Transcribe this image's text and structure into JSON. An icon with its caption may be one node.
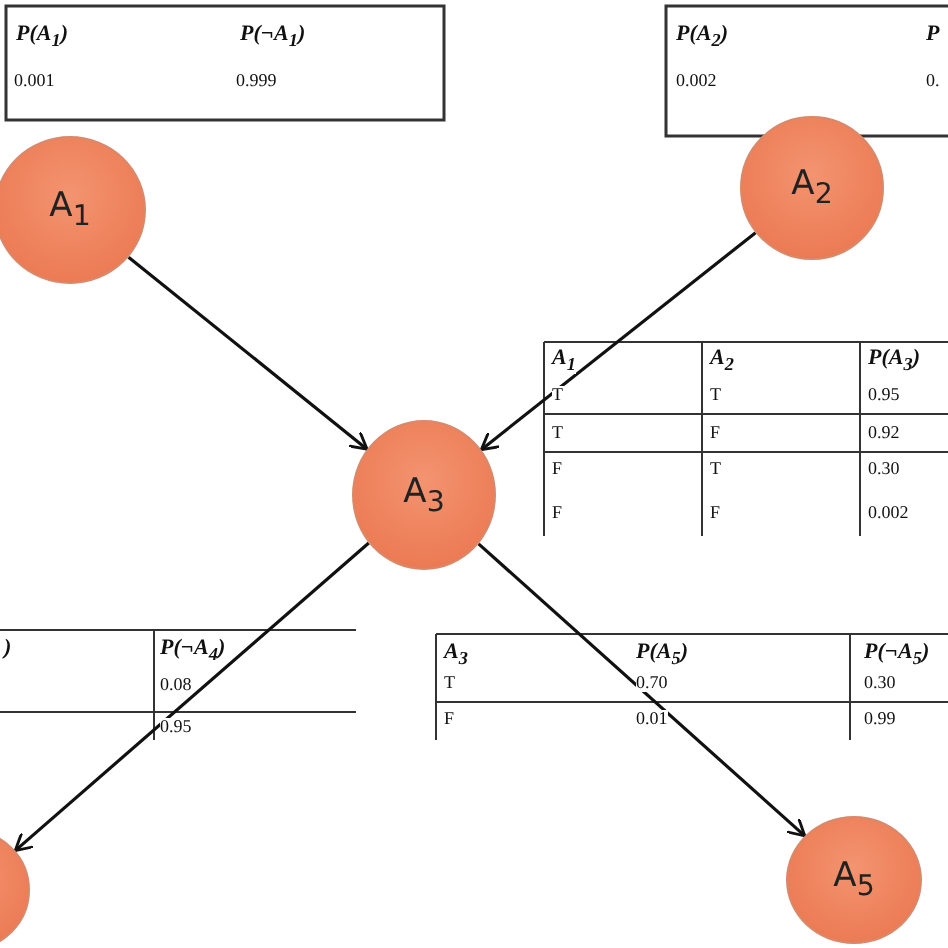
{
  "diagram": {
    "nodes": [
      {
        "text": [
          "A$_{1}$"
        ]
      },
      {
        "text": [
          "A$_{2}$"
        ]
      },
      {
        "text": [
          "A$_{3}$"
        ]
      },
      {
        "text": [],
        "shape": "circle"
      },
      {
        "text": [
          "A$_{5}$"
        ]
      }
    ],
    "edges": [
      {
        "from": 0,
        "to": 2,
        "arrow": "to"
      },
      {
        "from": 1,
        "to": 2,
        "arrow": "to"
      },
      {
        "from": 2,
        "to": 3,
        "arrow": "to"
      },
      {
        "from": 2,
        "to": 4,
        "arrow": "to"
      }
    ],
    "labels": [
      "P(A$_{1}$)",
      "P(¬A$_{1}$)",
      "0.001",
      "0.999",
      "P(A$_{2}$)",
      "P",
      "0.002",
      "0.",
      "A$_{1}$",
      "A$_{2}$",
      "P(A$_{3}$)",
      "T",
      "T",
      "0.95",
      "T",
      "F",
      "0.92",
      "F",
      "T",
      "0.30",
      "F",
      "F",
      "0.002",
      ")",
      "P(¬A$_{4}$)",
      "0.08",
      "0.95",
      "A$_{3}$",
      "P(A$_{5}$)",
      "P(¬A$_{5}$)",
      "T",
      "0.70",
      "0.30",
      "F",
      "0.01",
      "0.99"
    ]
  }
}
